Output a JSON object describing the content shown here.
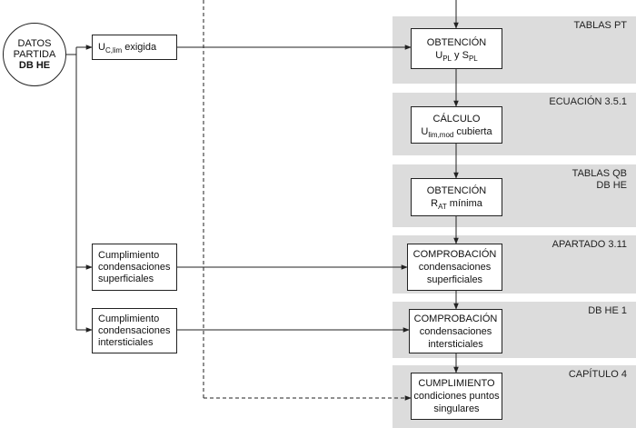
{
  "colors": {
    "band": "#dcdcdc",
    "line": "#222222"
  },
  "source": {
    "line1": "DATOS",
    "line2": "PARTIDA",
    "line3": "DB HE"
  },
  "inputs": {
    "uc": {
      "main": "U",
      "sub": "C,lim",
      "rest": " exigida"
    },
    "superficiales": [
      "Cumplimiento",
      "condensaciones",
      "superficiales"
    ],
    "intersticiales": [
      "Cumplimiento",
      "condensaciones",
      "intersticiales"
    ]
  },
  "bands": [
    {
      "label": [
        "TABLAS PT"
      ]
    },
    {
      "label": [
        "ECUACIÓN 3.5.1"
      ]
    },
    {
      "label": [
        "TABLAS QB",
        "DB HE"
      ]
    },
    {
      "label": [
        "APARTADO 3.11"
      ]
    },
    {
      "label": [
        "DB HE 1"
      ]
    },
    {
      "label": [
        "CAPÍTULO 4"
      ]
    }
  ],
  "steps": {
    "obtencion_upl": {
      "title": "OBTENCIÓN",
      "a": "U",
      "a_sub": "PL",
      "mid": " y S",
      "b_sub": "PL"
    },
    "calculo": {
      "title": "CÁLCULO",
      "a": "U",
      "a_sub": "lim,mod",
      "rest": " cubierta"
    },
    "obtencion_rat": {
      "title": "OBTENCIÓN",
      "a": "R",
      "a_sub": "AT",
      "rest": "  mínima"
    },
    "comp_superficiales": [
      "COMPROBACIÓN",
      "condensaciones",
      "superficiales"
    ],
    "comp_intersticiales": [
      "COMPROBACIÓN",
      "condensaciones",
      "intersticiales"
    ],
    "cumplimiento": [
      "CUMPLIMIENTO",
      "condiciones puntos",
      "singulares"
    ]
  }
}
